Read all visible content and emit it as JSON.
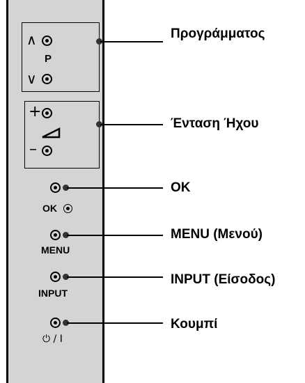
{
  "panel": {
    "program": {
      "up_symbol": "∧",
      "letter": "P",
      "down_symbol": "∨"
    },
    "volume": {
      "plus_symbol": "+",
      "minus_symbol": "–"
    },
    "ok_label": "OK",
    "menu_label": "MENU",
    "input_label": "INPUT",
    "power_symbol": "⏻ / I"
  },
  "callouts": {
    "program": "Προγράμματος",
    "volume": "Ένταση Ήχου",
    "ok": "OK",
    "menu": "MENU (Μενού)",
    "input": "INPUT (Είσοδος)",
    "power": "Κουμπί"
  }
}
